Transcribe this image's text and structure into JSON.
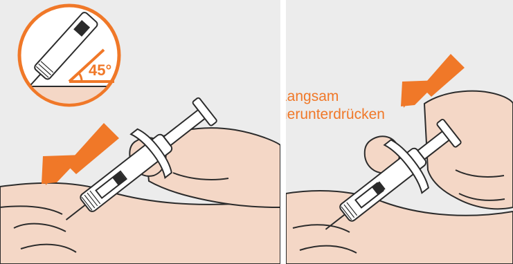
{
  "steps": [
    {
      "id": "insert-needle",
      "angle_label": "45°",
      "arrow_color": "#f07828"
    },
    {
      "id": "press-plunger",
      "instruction_line1": "Langsam",
      "instruction_line2": "herunterdrücken",
      "arrow_color": "#f07828"
    }
  ],
  "colors": {
    "background": "#ececec",
    "skin": "#f4d7c6",
    "skin_outline": "#2b2b2b",
    "accent": "#f07828",
    "syringe_body": "#ffffff",
    "plunger_tip": "#2b2b2b"
  }
}
